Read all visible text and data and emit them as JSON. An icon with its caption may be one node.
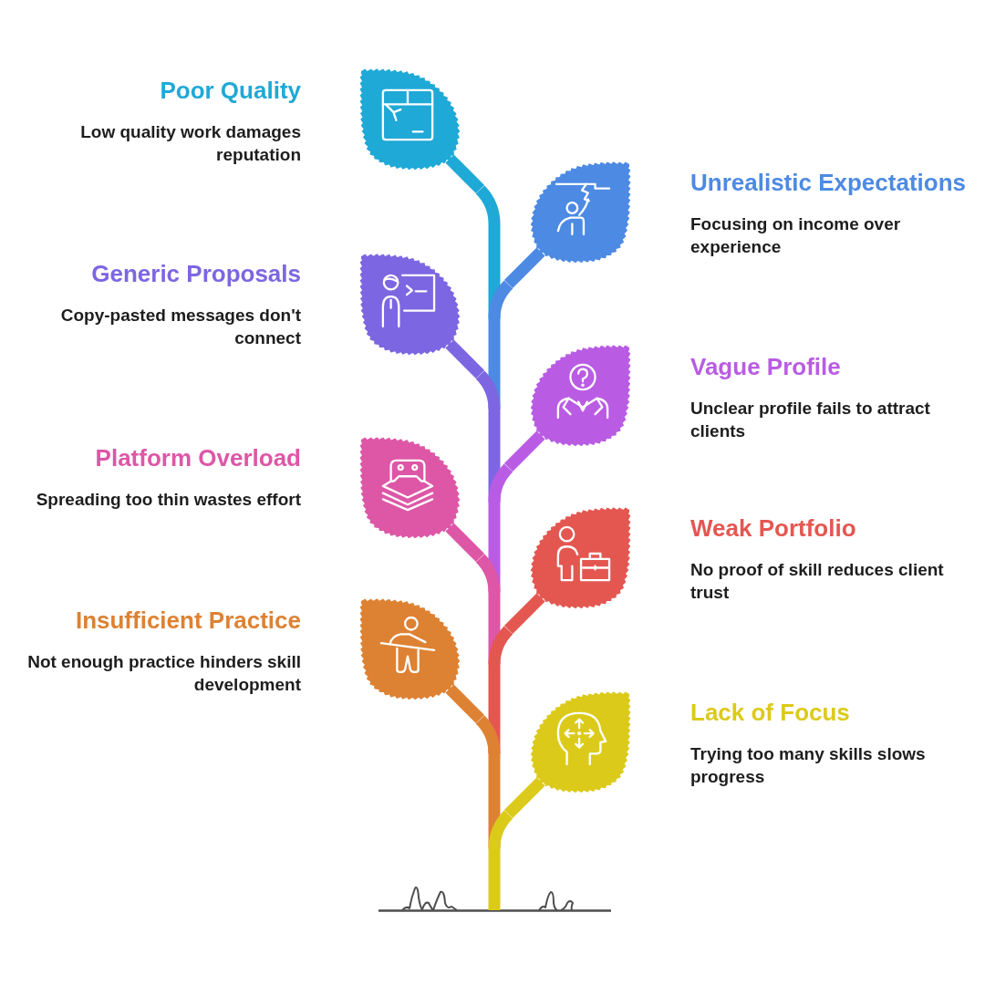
{
  "diagram": {
    "nodes": [
      {
        "text": [
          "Poor Quality",
          "Low quality work damages reputation"
        ]
      },
      {
        "text": [
          "Unrealistic Expectations",
          "Focusing on income over experience"
        ]
      },
      {
        "text": [
          "Generic Proposals",
          "Copy-pasted messages don't connect"
        ]
      },
      {
        "text": [
          "Vague Profile",
          "Unclear profile fails to attract clients"
        ]
      },
      {
        "text": [
          "Platform Overload",
          "Spreading too thin wastes effort"
        ]
      },
      {
        "text": [
          "Weak Portfolio",
          "No proof of skill reduces client trust"
        ]
      },
      {
        "text": [
          "Insufficient Practice",
          "Not enough practice hinders skill development"
        ]
      },
      {
        "text": [
          "Lack of Focus",
          "Trying too many skills slows progress"
        ]
      },
      {
        "text": [],
        "shape": "bar"
      }
    ],
    "edges": [
      {
        "from": 0,
        "to": 8,
        "arrow": "none",
        "color": "#1fa9d6"
      },
      {
        "from": 1,
        "to": 8,
        "arrow": "none",
        "color": "#4d8ae3"
      },
      {
        "from": 2,
        "to": 8,
        "arrow": "none",
        "color": "#7d66e1"
      },
      {
        "from": 3,
        "to": 8,
        "arrow": "none",
        "color": "#b95ce3"
      },
      {
        "from": 4,
        "to": 8,
        "arrow": "none",
        "color": "#dd57a6"
      },
      {
        "from": 5,
        "to": 8,
        "arrow": "none",
        "color": "#e45751"
      },
      {
        "from": 6,
        "to": 8,
        "arrow": "none",
        "color": "#dd8233"
      },
      {
        "from": 7,
        "to": 8,
        "arrow": "none",
        "color": "#dcca1a"
      }
    ]
  }
}
